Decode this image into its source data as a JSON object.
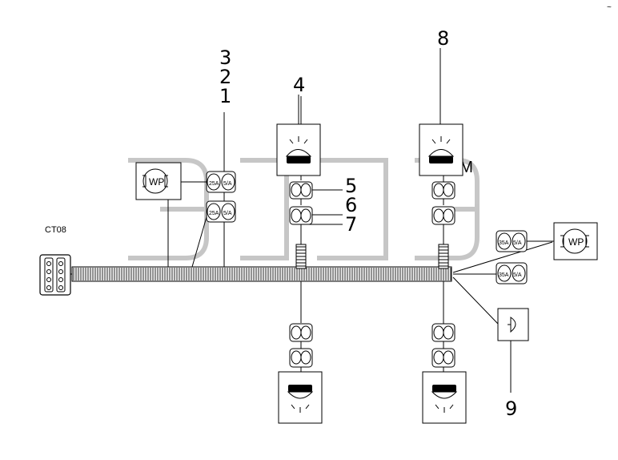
{
  "connector_label": "CT08",
  "callouts": [
    "1",
    "2",
    "3",
    "4",
    "5",
    "6",
    "7",
    "8",
    "9"
  ],
  "relay_text": "WP",
  "plug_texts": {
    "left_top": [
      "25A",
      "5/A"
    ],
    "left_bottom": [
      "25A",
      "5/A"
    ],
    "right_top": [
      "35A",
      "5/A"
    ],
    "right_bottom": [
      "35A",
      "5/A"
    ]
  },
  "watermark": {
    "text": "ЭТЭ",
    "mark": "TM",
    "color": "#c8c8c8"
  },
  "corner_mark": "~"
}
